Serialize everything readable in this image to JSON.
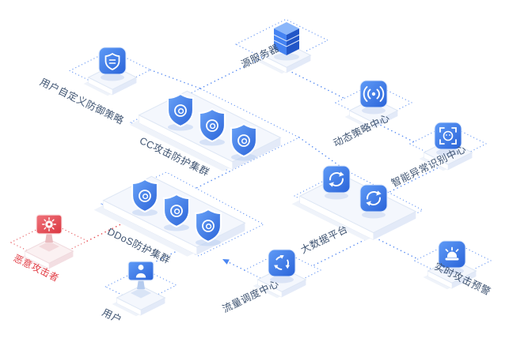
{
  "diagram": {
    "type": "isometric-architecture",
    "nodes": [
      {
        "id": "origin-server",
        "label": "源服务器",
        "icon": "server-icon"
      },
      {
        "id": "custom-defense-policy",
        "label": "用户自定义防御策略",
        "icon": "shield-file-icon"
      },
      {
        "id": "cc-protect-cluster",
        "label": "CC攻击防护集群",
        "icon": "shield-icon",
        "icon_count": 3
      },
      {
        "id": "dynamic-policy-center",
        "label": "动态策略中心",
        "icon": "signal-icon"
      },
      {
        "id": "anomaly-detect-center",
        "label": "智能异常识别中心",
        "icon": "face-scan-icon"
      },
      {
        "id": "bigdata-platform",
        "label": "大数据平台",
        "icon": "sync-icon",
        "icon_count": 2
      },
      {
        "id": "ddos-protect-cluster",
        "label": "DDoS防护集群",
        "icon": "shield-icon",
        "icon_count": 3
      },
      {
        "id": "traffic-dispatch-center",
        "label": "流量调度中心",
        "icon": "recycle-icon"
      },
      {
        "id": "realtime-attack-alert",
        "label": "实时攻击预警",
        "icon": "alarm-icon"
      },
      {
        "id": "malicious-attacker",
        "label": "恶意攻击者",
        "icon": "attacker-monitor-icon",
        "variant": "danger"
      },
      {
        "id": "user",
        "label": "用户",
        "icon": "user-monitor-icon"
      }
    ],
    "links": [
      {
        "from": "custom-defense-policy",
        "to": "cc-protect-cluster"
      },
      {
        "from": "cc-protect-cluster",
        "to": "origin-server"
      },
      {
        "from": "origin-server",
        "to": "dynamic-policy-center"
      },
      {
        "from": "dynamic-policy-center",
        "to": "anomaly-detect-center"
      },
      {
        "from": "cc-protect-cluster",
        "to": "bigdata-platform"
      },
      {
        "from": "anomaly-detect-center",
        "to": "bigdata-platform"
      },
      {
        "from": "bigdata-platform",
        "to": "realtime-attack-alert"
      },
      {
        "from": "bigdata-platform",
        "to": "traffic-dispatch-center"
      },
      {
        "from": "traffic-dispatch-center",
        "to": "ddos-protect-cluster",
        "arrow": true
      },
      {
        "from": "cc-protect-cluster",
        "to": "ddos-protect-cluster"
      },
      {
        "from": "user",
        "to": "ddos-protect-cluster"
      },
      {
        "from": "malicious-attacker",
        "to": "ddos-protect-cluster",
        "variant": "danger"
      }
    ],
    "colors": {
      "link_blue": "#5a8df2",
      "node_blue": "#2f6ce0",
      "danger_red": "#e5484d",
      "label_dark": "#3f5472",
      "slab_light": "#f4f7fd"
    }
  }
}
